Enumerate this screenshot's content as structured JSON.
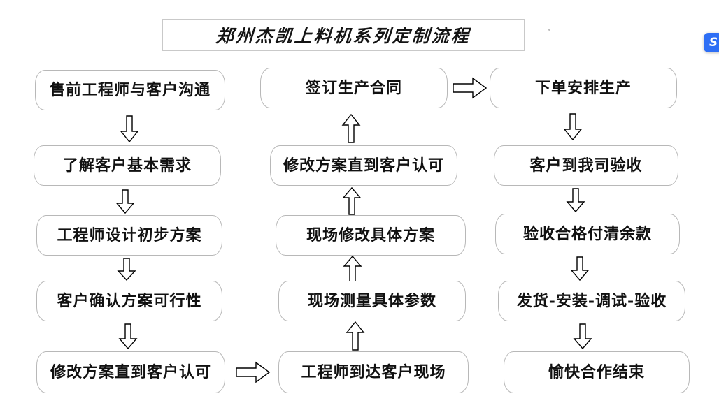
{
  "title": {
    "text": "郑州杰凯上料机系列定制流程"
  },
  "badge": {
    "glyph": "S",
    "color": "#2d6ef5"
  },
  "chart_data": {
    "type": "diagram",
    "title": "郑州杰凯上料机系列定制流程",
    "columns": [
      {
        "name": "column-1",
        "direction": "down",
        "nodes": [
          "售前工程师与客户沟通",
          "了解客户基本需求",
          "工程师设计初步方案",
          "客户确认方案可行性",
          "修改方案直到客户认可"
        ]
      },
      {
        "name": "column-2",
        "direction": "up",
        "nodes": [
          "签订生产合同",
          "修改方案直到客户认可",
          "现场修改具体方案",
          "现场测量具体参数",
          "工程师到达客户现场"
        ]
      },
      {
        "name": "column-3",
        "direction": "down",
        "nodes": [
          "下单安排生产",
          "客户到我司验收",
          "验收合格付清余款",
          "发货-安装-调试-验收",
          "愉快合作结束"
        ]
      }
    ],
    "connectors": [
      {
        "from": "修改方案直到客户认可",
        "to": "工程师到达客户现场",
        "direction": "right"
      },
      {
        "from": "签订生产合同",
        "to": "下单安排生产",
        "direction": "right"
      }
    ]
  },
  "nodes": {
    "c1r1": "售前工程师与客户沟通",
    "c1r2": "了解客户基本需求",
    "c1r3": "工程师设计初步方案",
    "c1r4": "客户确认方案可行性",
    "c1r5": "修改方案直到客户认可",
    "c2r1": "签订生产合同",
    "c2r2": "修改方案直到客户认可",
    "c2r3": "现场修改具体方案",
    "c2r4": "现场测量具体参数",
    "c2r5": "工程师到达客户现场",
    "c3r1": "下单安排生产",
    "c3r2": "客户到我司验收",
    "c3r3": "验收合格付清余款",
    "c3r4": "发货-安装-调试-验收",
    "c3r5": "愉快合作结束"
  }
}
